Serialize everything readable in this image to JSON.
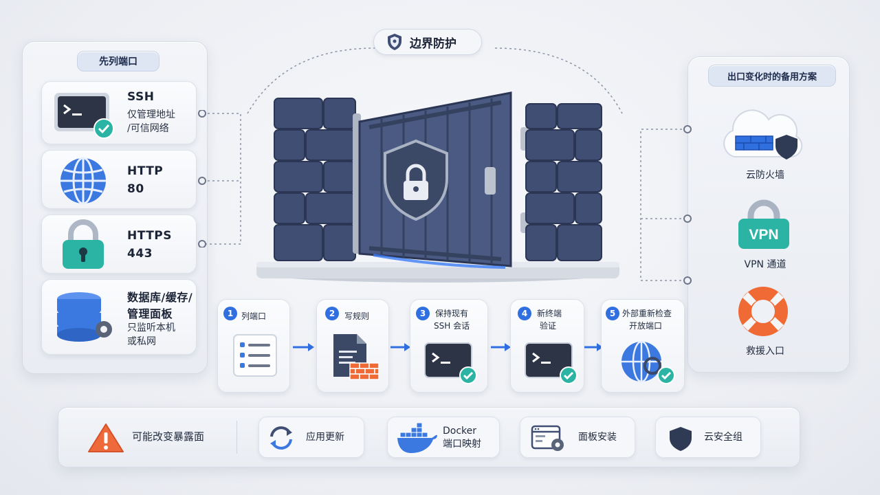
{
  "title": "边界防护",
  "left_panel": {
    "heading": "先列端口",
    "items": [
      {
        "title": "SSH",
        "sub1": "仅管理地址",
        "sub2": "/可信网络",
        "icon": "terminal-icon"
      },
      {
        "title": "HTTP",
        "sub1": "80",
        "sub2": "",
        "icon": "globe-icon"
      },
      {
        "title": "HTTPS",
        "sub1": "443",
        "sub2": "",
        "icon": "lock-icon"
      },
      {
        "title": "数据库/缓存/",
        "title2": "管理面板",
        "sub1": "只监听本机",
        "sub2": "或私网",
        "icon": "database-gear-icon"
      }
    ]
  },
  "right_panel": {
    "heading": "出口变化时的备用方案",
    "items": [
      {
        "label": "云防火墙",
        "icon": "cloud-firewall-icon"
      },
      {
        "label": "VPN 通道",
        "icon": "vpn-lock-icon",
        "badge": "VPN"
      },
      {
        "label": "救援入口",
        "icon": "lifebuoy-icon"
      }
    ]
  },
  "steps": [
    {
      "num": "1",
      "line1": "列端口",
      "line2": "",
      "icon": "list-icon"
    },
    {
      "num": "2",
      "line1": "写规则",
      "line2": "",
      "icon": "document-firewall-icon"
    },
    {
      "num": "3",
      "line1": "保持现有",
      "line2": "SSH 会话",
      "icon": "terminal-check-icon"
    },
    {
      "num": "4",
      "line1": "新终端",
      "line2": "验证",
      "icon": "terminal-check-icon"
    },
    {
      "num": "5",
      "line1": "外部重新检查",
      "line2": "开放端口",
      "icon": "globe-search-icon"
    }
  ],
  "bottom": {
    "warning": "可能改变暴露面",
    "chips": [
      {
        "label": "应用更新",
        "label2": "",
        "icon": "refresh-icon"
      },
      {
        "label": "Docker",
        "label2": "端口映射",
        "icon": "docker-icon"
      },
      {
        "label": "面板安装",
        "label2": "",
        "icon": "panel-gear-icon"
      },
      {
        "label": "云安全组",
        "label2": "",
        "icon": "shield-icon"
      }
    ]
  },
  "colors": {
    "accent": "#2f6fe0",
    "wall": "#3f4e72",
    "teal": "#2bb3a3",
    "warning": "#ef6a3a"
  }
}
